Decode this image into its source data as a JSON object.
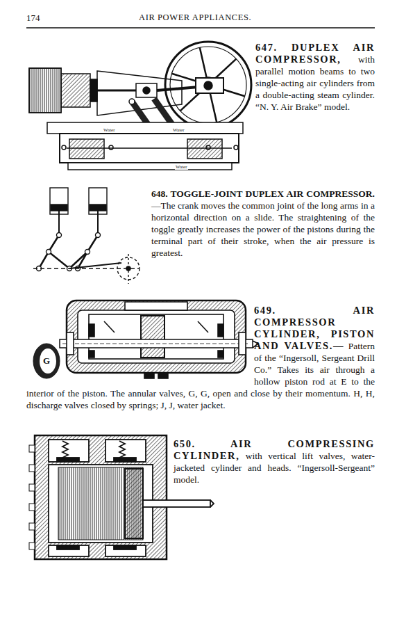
{
  "diagram": {
    "nodes": [
      {
        "text": [
          "G"
        ]
      }
    ],
    "labels": [
      "174",
      "AIR POWER APPLIANCES.",
      "647. DUPLEX AIR COMPRESSOR,",
      "with parallel motion beams to two single-acting air cylinders from a double-acting steam cylinder. “N. Y. Air Brake” model.",
      "648. TOGGLE-JOINT DUPLEX AIR COMPRESSOR.",
      "—The crank moves the common joint of the long arms in a horizontal direction on a slide. The straightening of the toggle greatly increases the power of the pistons during the terminal part of their stroke, when the air pressure is greatest.",
      "649. AIR COMPRESSOR CYLINDER, PISTON AND VALVES.—",
      "Pattern of the “Ingersoll, Sergeant Drill Co.” Takes its air through a hollow piston rod at E to the interior of the piston. The annular valves, G, G, open and close by their momentum. H, H, discharge valves closed by springs; J, J, water jacket.",
      "650. AIR COMPRESSING CYLINDER,",
      "with vertical lift valves, water-jacketed cylinder and heads. “Ingersoll-Sergeant” model.",
      "Water",
      "Water",
      "Water"
    ]
  }
}
